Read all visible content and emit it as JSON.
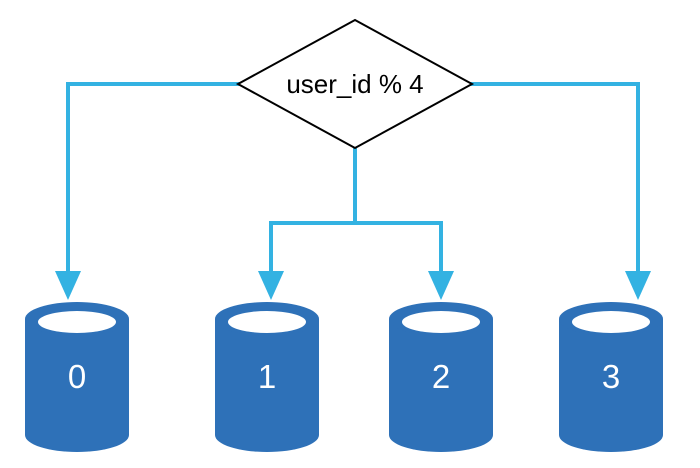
{
  "diagram": {
    "decision": {
      "label": "user_id % 4"
    },
    "shards": [
      {
        "label": "0"
      },
      {
        "label": "1"
      },
      {
        "label": "2"
      },
      {
        "label": "3"
      }
    ],
    "colors": {
      "connector": "#33B2E2",
      "cylinder": "#2E71B8",
      "opening": "#FFFFFF",
      "diamond_fill": "#FFFFFF",
      "diamond_stroke": "#000000",
      "decision_text": "#000000",
      "shard_text": "#FFFFFF"
    }
  }
}
